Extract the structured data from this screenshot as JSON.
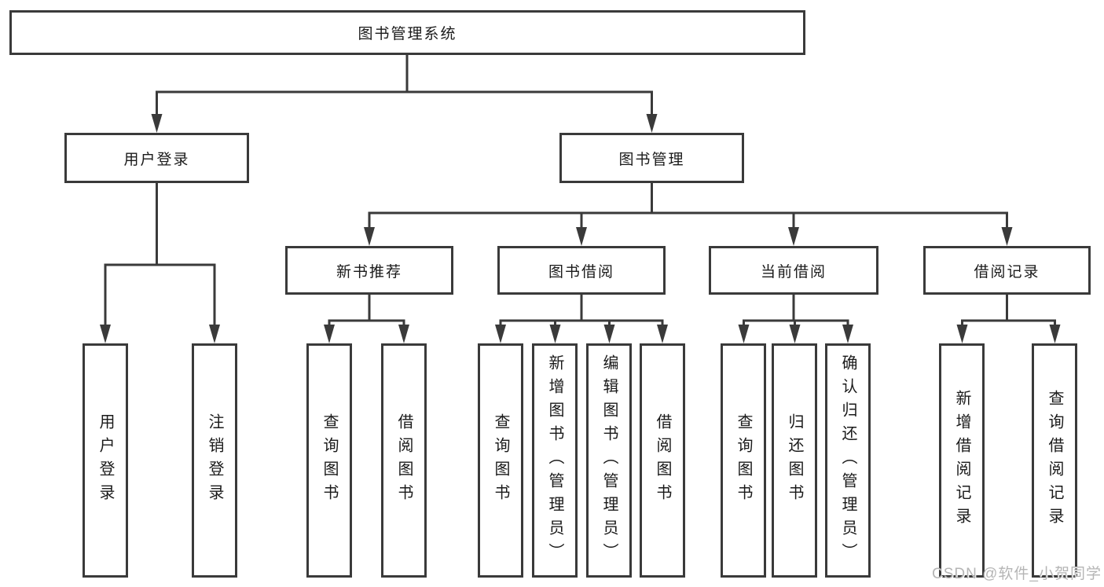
{
  "diagram": {
    "root": {
      "label": "图书管理系统"
    },
    "level2": [
      {
        "label": "用户登录",
        "children": [
          {
            "label": "用户登录"
          },
          {
            "label": "注销登录"
          }
        ]
      },
      {
        "label": "图书管理",
        "children": [
          {
            "label": "新书推荐",
            "children": [
              {
                "label": "查询图书"
              },
              {
                "label": "借阅图书"
              }
            ]
          },
          {
            "label": "图书借阅",
            "children": [
              {
                "label": "查询图书"
              },
              {
                "label": "新增图书（管理员）"
              },
              {
                "label": "编辑图书（管理员）"
              },
              {
                "label": "借阅图书"
              }
            ]
          },
          {
            "label": "当前借阅",
            "children": [
              {
                "label": "查询图书"
              },
              {
                "label": "归还图书"
              },
              {
                "label": "确认归还（管理员）"
              }
            ]
          },
          {
            "label": "借阅记录",
            "children": [
              {
                "label": "新增借阅记录"
              },
              {
                "label": "查询借阅记录"
              }
            ]
          }
        ]
      }
    ]
  },
  "watermark": {
    "text": "CSDN @软件_小贺同学"
  },
  "colors": {
    "line": "#3a3a3a",
    "box_border": "#3a3a3a",
    "text": "#1a1a1a",
    "watermark": "#b5b5b5",
    "background": "#ffffff"
  }
}
